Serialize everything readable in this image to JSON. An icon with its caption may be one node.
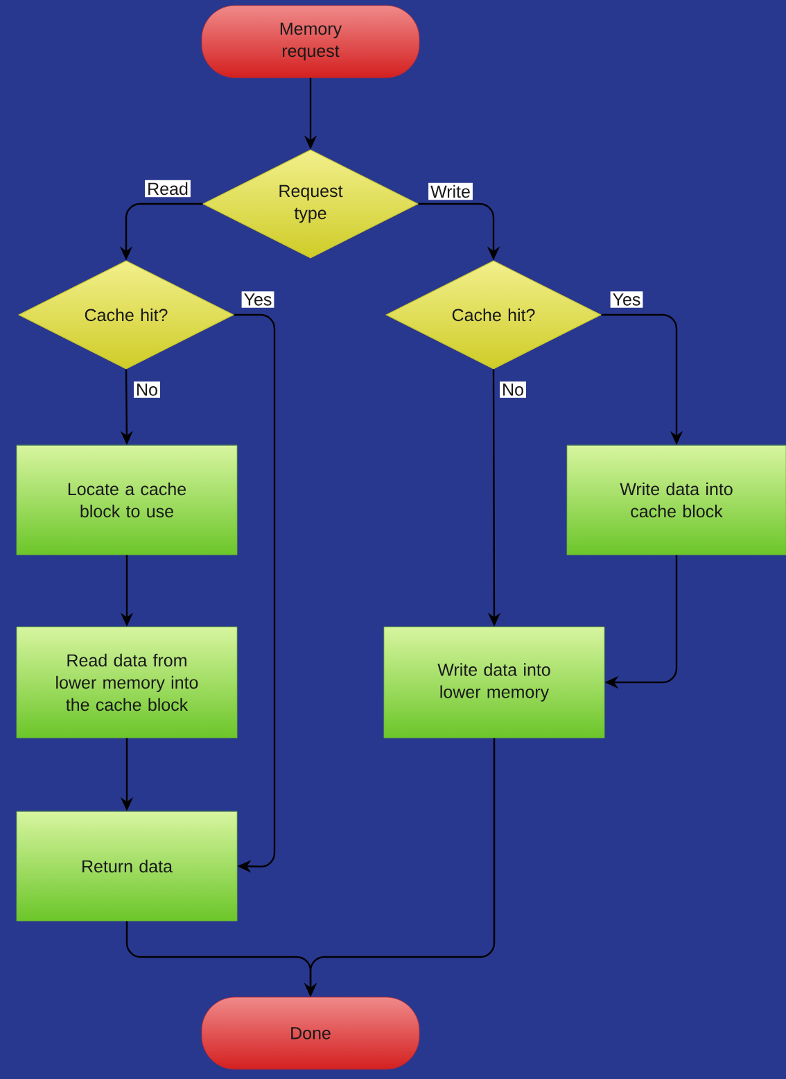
{
  "diagram": {
    "nodes": [
      {
        "text": [
          "Memory request"
        ]
      },
      {
        "text": [
          "Request type"
        ]
      },
      {
        "text": [
          "Cache hit?"
        ]
      },
      {
        "text": [
          "Cache hit?"
        ]
      },
      {
        "text": [
          "Locate a cache block to use"
        ]
      },
      {
        "text": [
          "Write data into cache block"
        ]
      },
      {
        "text": [
          "Read data from lower memory into the cache block"
        ]
      },
      {
        "text": [
          "Write data into lower memory"
        ]
      },
      {
        "text": [
          "Return data"
        ]
      },
      {
        "text": [
          "Done"
        ]
      }
    ],
    "edges": [
      {
        "from": 0,
        "to": 1,
        "arrow": "to"
      },
      {
        "from": 1,
        "to": 2,
        "arrow": "to",
        "label": "Read"
      },
      {
        "from": 1,
        "to": 3,
        "arrow": "to",
        "label": "Write"
      },
      {
        "from": 2,
        "to": 4,
        "arrow": "to",
        "label": "No"
      },
      {
        "from": 2,
        "to": 8,
        "arrow": "to",
        "label": "Yes"
      },
      {
        "from": 3,
        "to": 7,
        "arrow": "to",
        "label": "No"
      },
      {
        "from": 3,
        "to": 5,
        "arrow": "to",
        "label": "Yes"
      },
      {
        "from": 4,
        "to": 6,
        "arrow": "to"
      },
      {
        "from": 6,
        "to": 8,
        "arrow": "to"
      },
      {
        "from": 5,
        "to": 7,
        "arrow": "to"
      },
      {
        "from": 8,
        "to": 9,
        "arrow": "to"
      },
      {
        "from": 7,
        "to": 9,
        "arrow": "to"
      }
    ]
  }
}
